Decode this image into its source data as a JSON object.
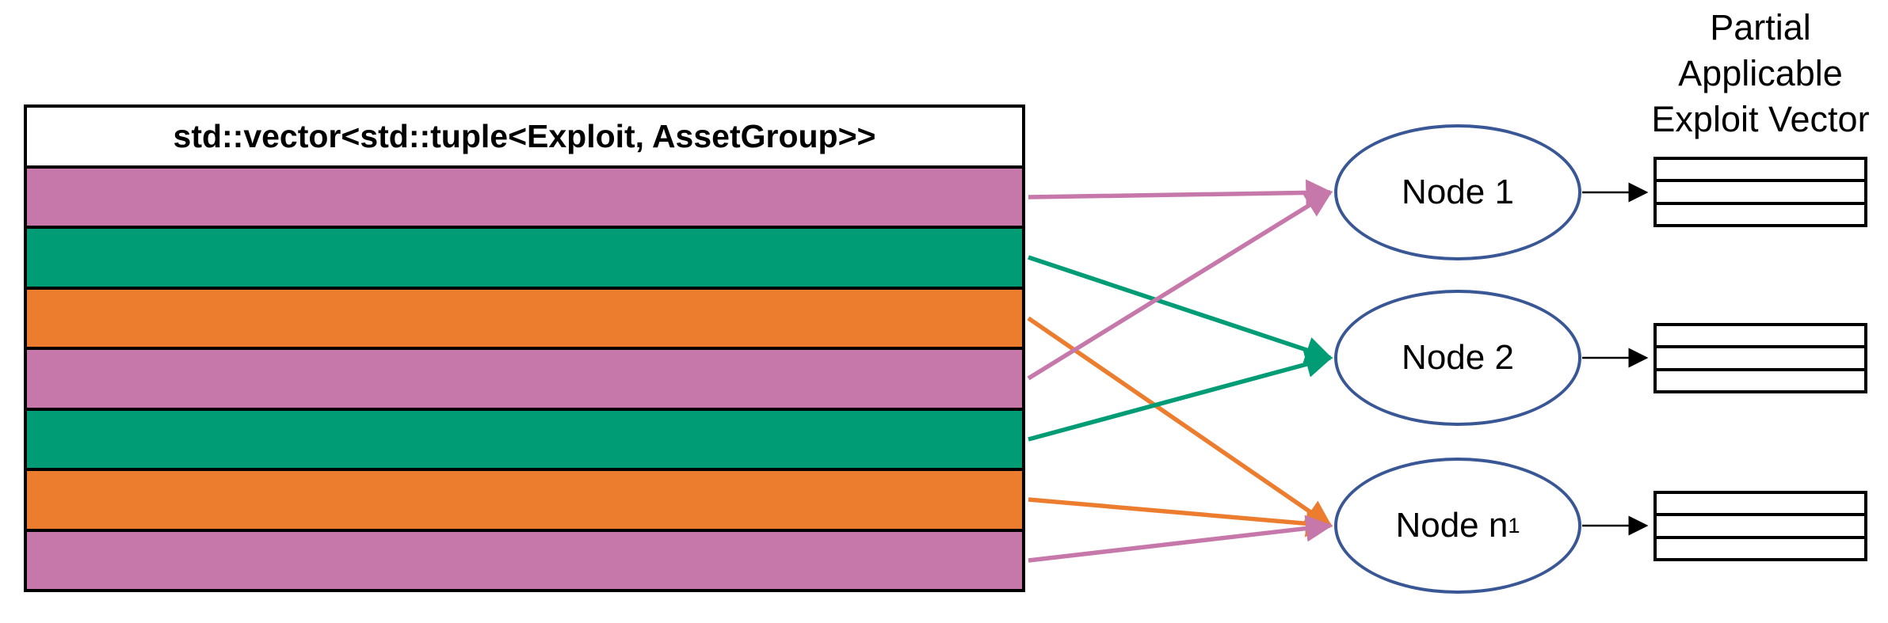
{
  "diagram": {
    "vector_table": {
      "header": "std::vector<std::tuple<Exploit, AssetGroup>>",
      "rows": [
        {
          "color_name": "pink"
        },
        {
          "color_name": "green"
        },
        {
          "color_name": "orange"
        },
        {
          "color_name": "pink"
        },
        {
          "color_name": "green"
        },
        {
          "color_name": "orange"
        },
        {
          "color_name": "pink"
        }
      ]
    },
    "nodes": [
      {
        "label": "Node 1",
        "subscript": ""
      },
      {
        "label": "Node 2",
        "subscript": ""
      },
      {
        "label": "Node n",
        "subscript": "1"
      }
    ],
    "connections": [
      {
        "row": 0,
        "node": 0,
        "color_name": "pink"
      },
      {
        "row": 1,
        "node": 1,
        "color_name": "green"
      },
      {
        "row": 2,
        "node": 2,
        "color_name": "orange"
      },
      {
        "row": 3,
        "node": 0,
        "color_name": "pink"
      },
      {
        "row": 4,
        "node": 1,
        "color_name": "green"
      },
      {
        "row": 5,
        "node": 2,
        "color_name": "orange"
      },
      {
        "row": 6,
        "node": 2,
        "color_name": "pink"
      }
    ],
    "output_label": {
      "lines": [
        "Partial",
        "Applicable",
        "Exploit Vector"
      ]
    },
    "output_tables": {
      "count": 3,
      "rows_per_table": 3
    },
    "colors": {
      "pink": "#C778AA",
      "green": "#009C76",
      "orange": "#EC7D2F",
      "node_border": "#3A5795",
      "line_black": "#000000",
      "table_border": "#000000",
      "background": "#FFFFFF"
    }
  }
}
